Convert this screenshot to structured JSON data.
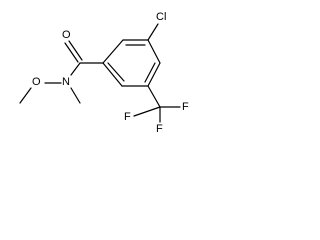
{
  "molecule": {
    "atom_labels": {
      "chlorine": "Cl",
      "oxygen_carbonyl": "O",
      "nitrogen": "N",
      "oxygen_methoxy": "O",
      "fluorine_1": "F",
      "fluorine_2": "F",
      "fluorine_3": "F"
    }
  },
  "colors": {
    "bond": "#000000",
    "label": "#000000",
    "background": "#ffffff"
  }
}
